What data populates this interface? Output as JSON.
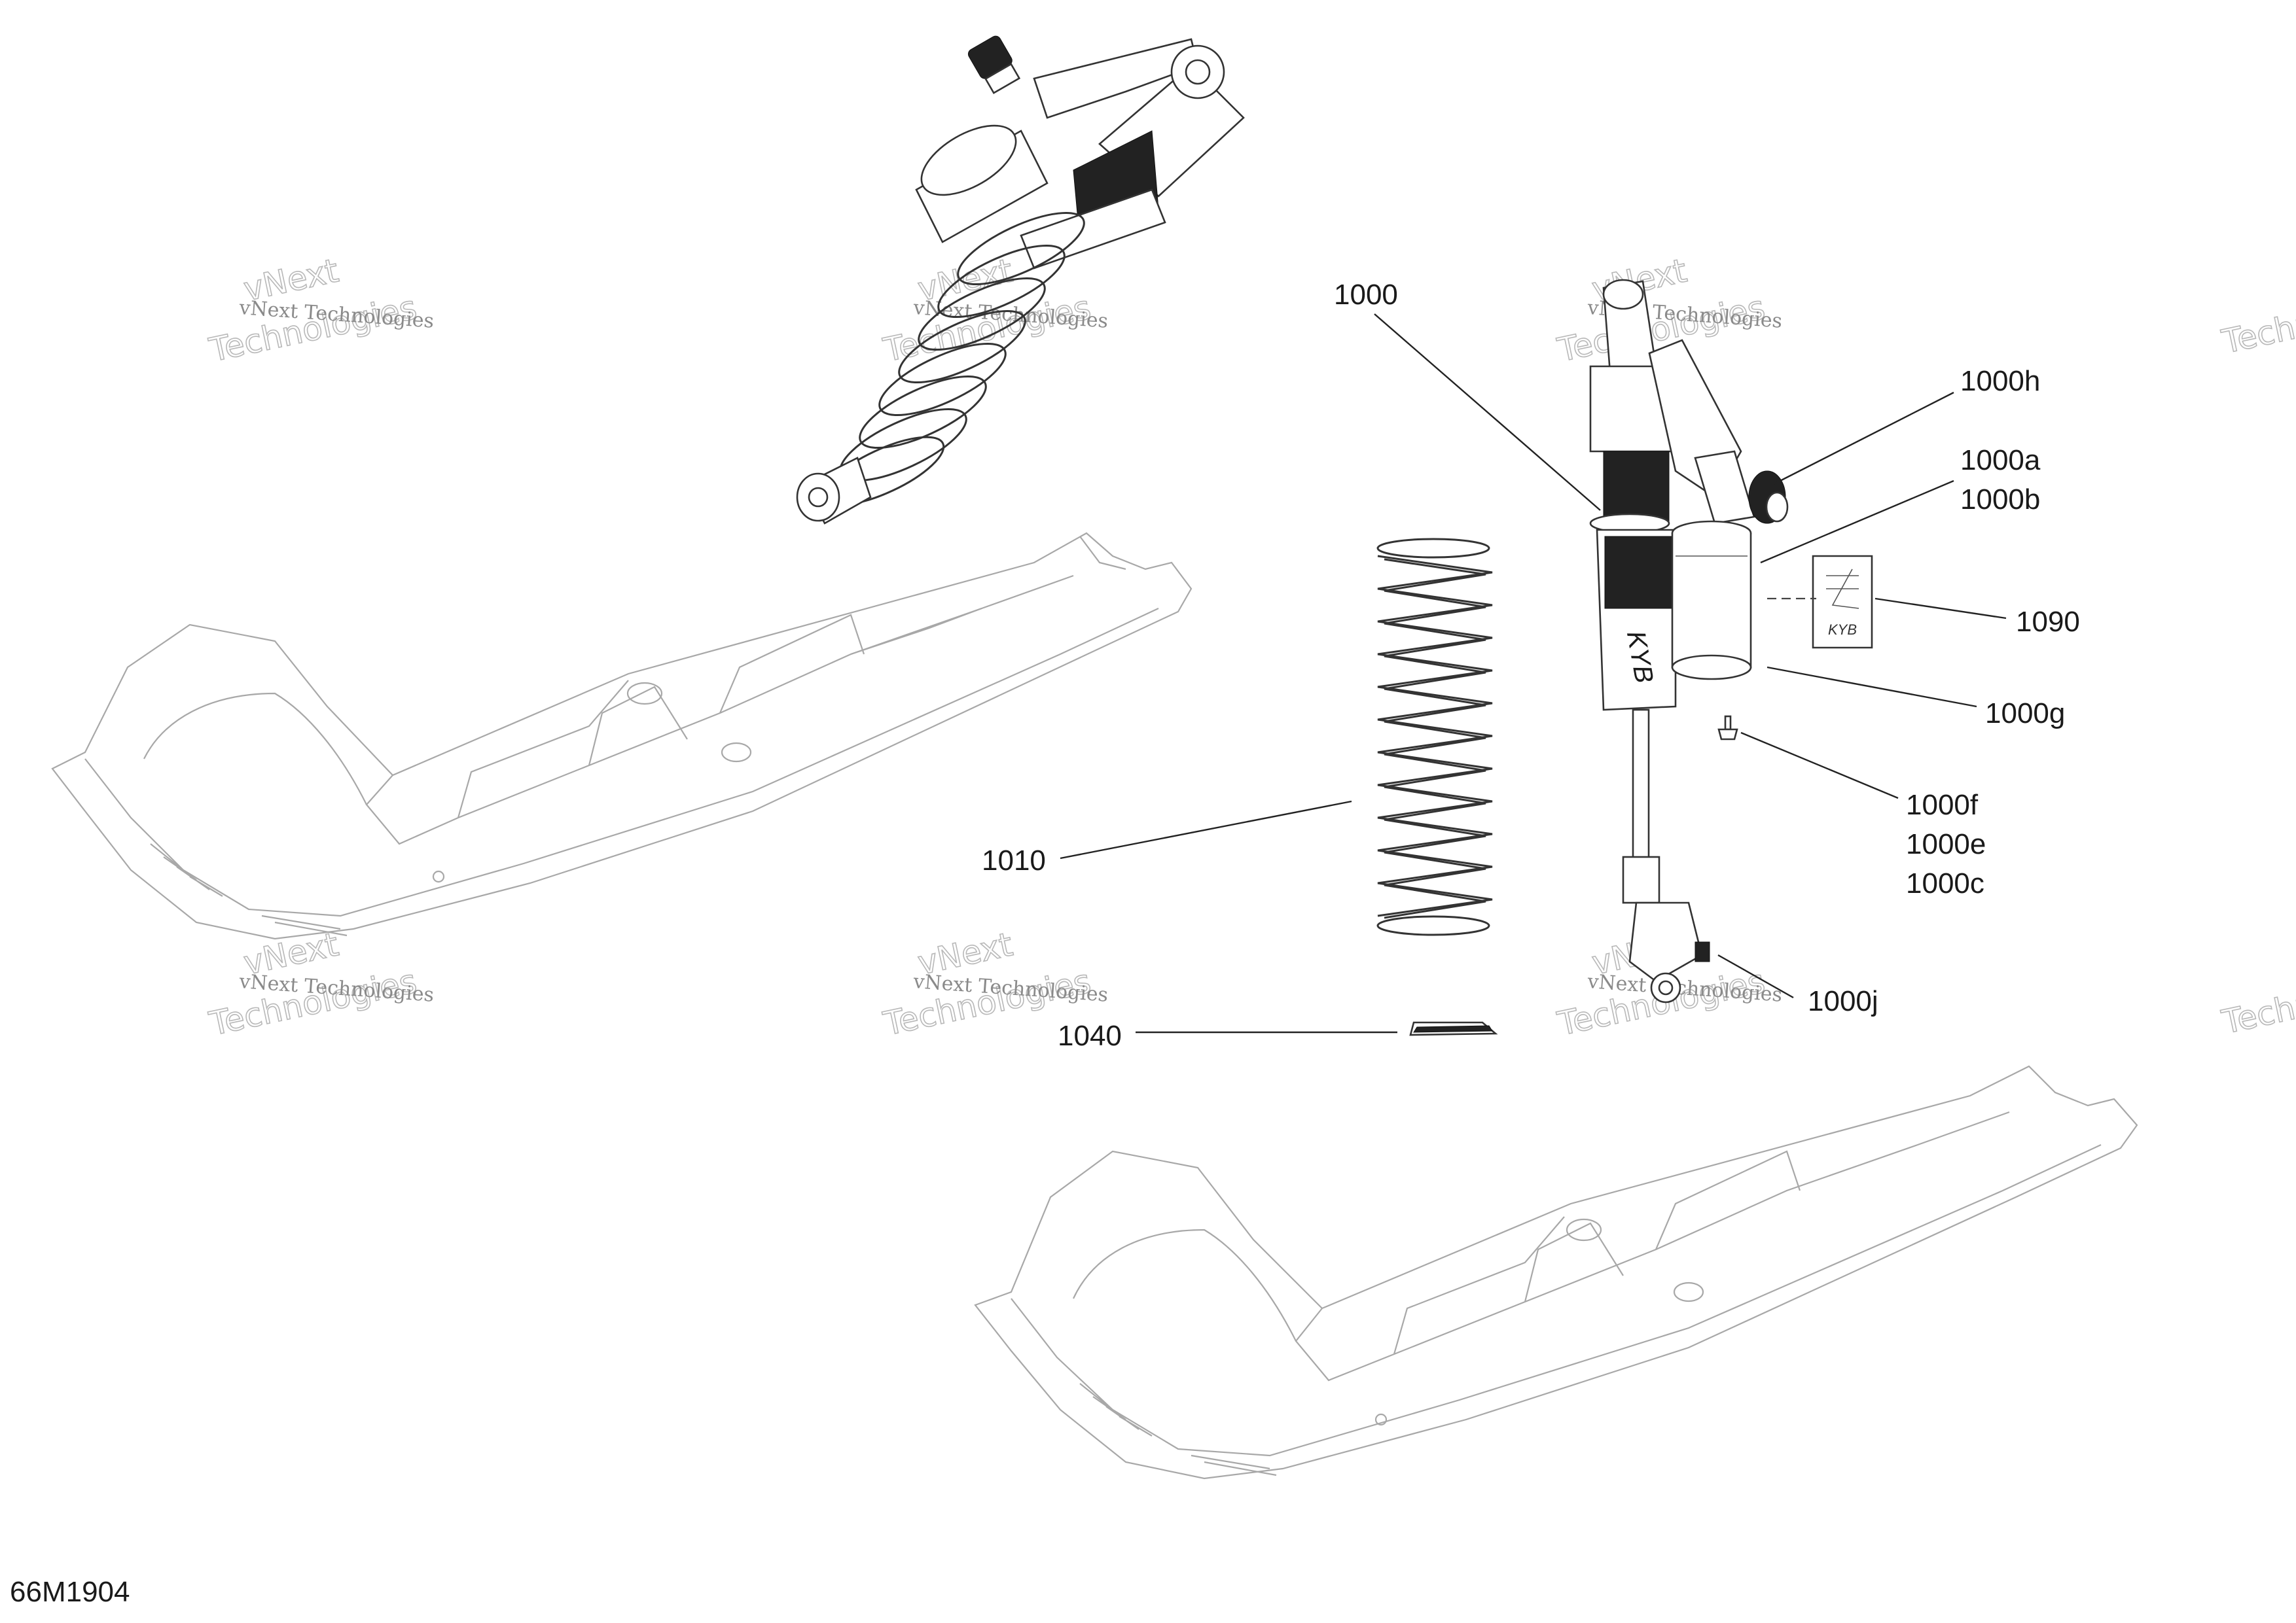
{
  "drawing_code": "66M1904",
  "watermark": {
    "line1": "vNext Technologies",
    "line2": "vNext",
    "line3": "Technologies"
  },
  "callouts": [
    {
      "id": "1000",
      "label": "1000"
    },
    {
      "id": "1000h",
      "label": "1000h"
    },
    {
      "id": "1000a",
      "label": "1000a"
    },
    {
      "id": "1000b",
      "label": "1000b"
    },
    {
      "id": "1090",
      "label": "1090"
    },
    {
      "id": "1000g",
      "label": "1000g"
    },
    {
      "id": "1000f",
      "label": "1000f"
    },
    {
      "id": "1000e",
      "label": "1000e"
    },
    {
      "id": "1000c",
      "label": "1000c"
    },
    {
      "id": "1010",
      "label": "1010"
    },
    {
      "id": "1000j",
      "label": "1000j"
    },
    {
      "id": "1040",
      "label": "1040"
    }
  ],
  "sticker_text": "KYB"
}
